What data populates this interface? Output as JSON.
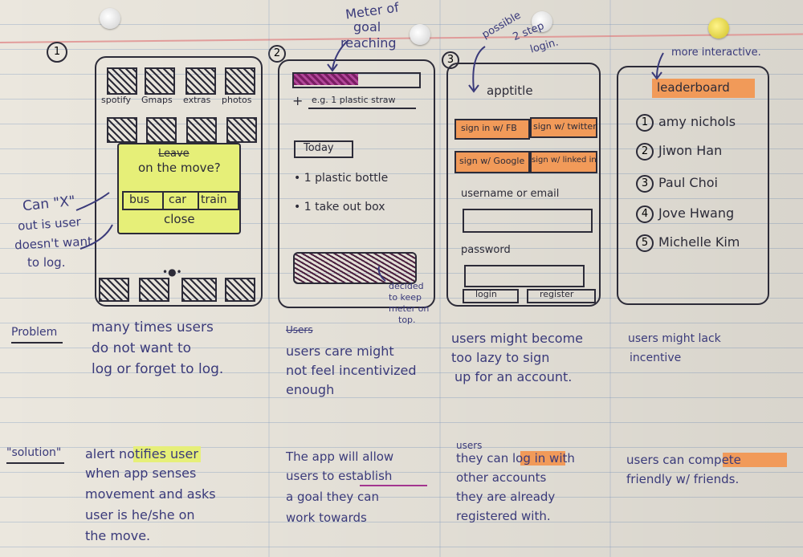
{
  "sketch": {
    "frame1": {
      "number": "1",
      "apps": [
        "spotify",
        "Gmaps",
        "extras",
        "photos"
      ],
      "popup_title_strike": "Leave",
      "popup_title": "on the move?",
      "options": [
        "bus",
        "car",
        "train"
      ],
      "close": "close",
      "side_note": [
        "Can \"X\"",
        "out is user",
        "doesn't want",
        "to log."
      ]
    },
    "frame2": {
      "number": "2",
      "meter_note": [
        "Meter of",
        "goal",
        "reaching"
      ],
      "add_symbol": "+",
      "add_placeholder": "e.g. 1 plastic straw",
      "today_label": "Today",
      "items": [
        "1 plastic bottle",
        "1 take out box"
      ],
      "side_note": [
        "decided",
        "to keep",
        "meter on",
        "top."
      ]
    },
    "frame3": {
      "number": "3",
      "login_note": [
        "possible",
        "2 step",
        "login."
      ],
      "app_title": "apptitle",
      "social_buttons": [
        "sign in w/ FB",
        "sign w/ twitter",
        "sign w/ Google",
        "sign w/ linked in"
      ],
      "username_label": "username or email",
      "password_label": "password",
      "login_button": "login",
      "register_button": "register"
    },
    "frame4": {
      "note": "more interactive.",
      "title": "leaderboard",
      "entries": [
        {
          "rank": "1",
          "name": "amy nichols"
        },
        {
          "rank": "2",
          "name": "Jiwon Han"
        },
        {
          "rank": "3",
          "name": "Paul Choi"
        },
        {
          "rank": "4",
          "name": "Jove Hwang"
        },
        {
          "rank": "5",
          "name": "Michelle Kim"
        }
      ]
    },
    "problem_label": "Problem",
    "problems": [
      [
        "many times users",
        "do not want to",
        "log or forget to log."
      ],
      [
        "Users",
        "users care might",
        "not feel incentivized",
        "enough"
      ],
      [
        "users might become",
        "too lazy to sign",
        "up for an account."
      ],
      [
        "users might lack",
        "incentive"
      ]
    ],
    "solution_label": "\"solution\"",
    "solutions": [
      [
        "alert notifies user",
        "when app senses",
        "movement and asks",
        "user is he/she on",
        "the move."
      ],
      [
        "The app will allow",
        "users to establish",
        "a goal they can",
        "work towards"
      ],
      [
        "users",
        "they can log in with",
        "other accounts",
        "they are already",
        "registered with."
      ],
      [
        "users can compete",
        "friendly w/ friends."
      ]
    ]
  }
}
